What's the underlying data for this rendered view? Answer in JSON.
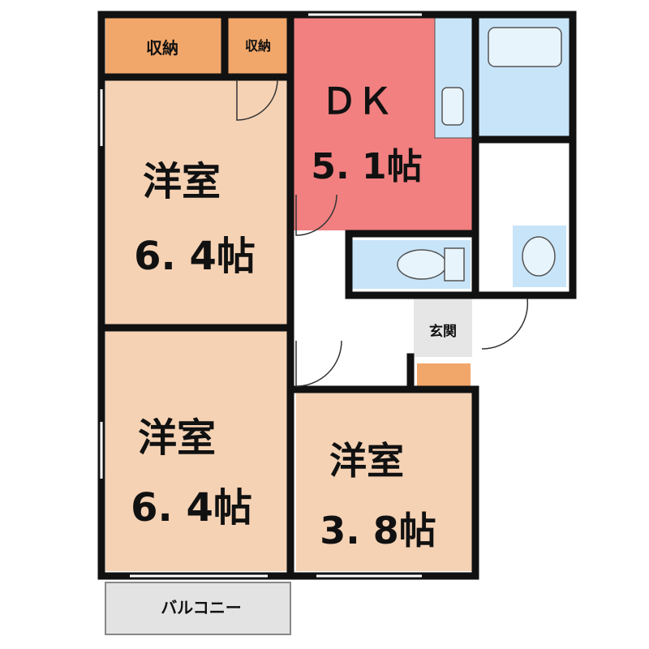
{
  "rooms": {
    "storage_left": {
      "label": "収納",
      "color": "#f2a76a"
    },
    "storage_right": {
      "label": "収納",
      "color": "#f2a76a"
    },
    "dk": {
      "name": "ＤＫ",
      "size": "5. 1帖",
      "color": "#f28080"
    },
    "western_upper": {
      "name": "洋室",
      "size": "6. 4帖",
      "color": "#f5d2b4"
    },
    "western_lower": {
      "name": "洋室",
      "size": "6. 4帖",
      "color": "#f5d2b4"
    },
    "western_small": {
      "name": "洋室",
      "size": "3. 8帖",
      "color": "#f5d2b4"
    },
    "entrance": {
      "label": "玄関",
      "color": "#e6e6e6"
    },
    "balcony": {
      "label": "バルコニー",
      "color": "#e3e3e3"
    }
  },
  "colors": {
    "wall": "#111111",
    "water": "#c8e4f8",
    "hall": "#ffffff",
    "shoe_box": "#f2a76a"
  }
}
